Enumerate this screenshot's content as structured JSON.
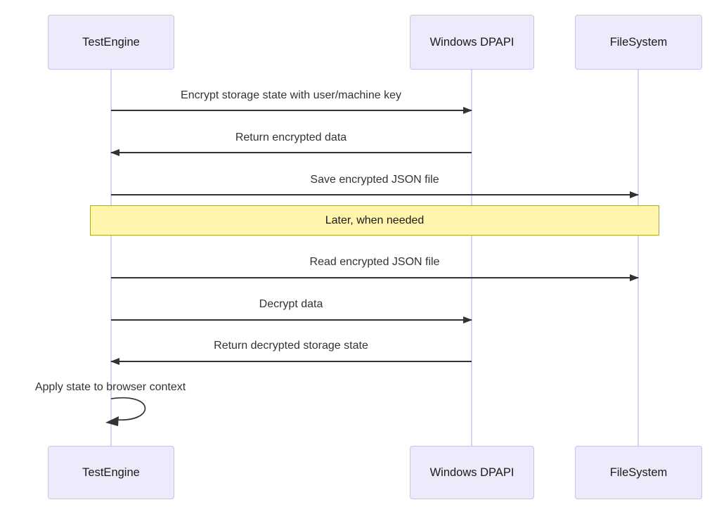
{
  "diagram": {
    "type": "sequence",
    "participants": [
      {
        "id": "testengine",
        "name": "TestEngine"
      },
      {
        "id": "dpapi",
        "name": "Windows DPAPI"
      },
      {
        "id": "filesystem",
        "name": "FileSystem"
      }
    ],
    "messages": [
      {
        "index": 1,
        "text": "Encrypt storage state with user/machine key",
        "from": "TestEngine",
        "to": "Windows DPAPI",
        "direction": "right",
        "line": "solid"
      },
      {
        "index": 2,
        "text": "Return encrypted data",
        "from": "Windows DPAPI",
        "to": "TestEngine",
        "direction": "left",
        "line": "solid"
      },
      {
        "index": 3,
        "text": "Save encrypted JSON file",
        "from": "TestEngine",
        "to": "FileSystem",
        "direction": "right",
        "line": "solid"
      },
      {
        "index": 4,
        "text": "Read encrypted JSON file",
        "from": "TestEngine",
        "to": "FileSystem",
        "direction": "right",
        "line": "solid"
      },
      {
        "index": 5,
        "text": "Decrypt data",
        "from": "TestEngine",
        "to": "Windows DPAPI",
        "direction": "right",
        "line": "solid"
      },
      {
        "index": 6,
        "text": "Return decrypted storage state",
        "from": "Windows DPAPI",
        "to": "TestEngine",
        "direction": "left",
        "line": "solid"
      },
      {
        "index": 7,
        "text": "Apply state to browser context",
        "from": "TestEngine",
        "to": "TestEngine",
        "direction": "self",
        "line": "solid"
      }
    ],
    "note": {
      "text": "Later, when needed",
      "placement": "over all participants"
    },
    "colors": {
      "actor_fill": "#edeafb",
      "actor_border": "#cbc3e8",
      "lifeline": "#d9d3f0",
      "arrow": "#333333",
      "text": "#333333",
      "note_fill": "#fff5ad",
      "note_border": "#aaaa33",
      "background": "#ffffff"
    }
  }
}
